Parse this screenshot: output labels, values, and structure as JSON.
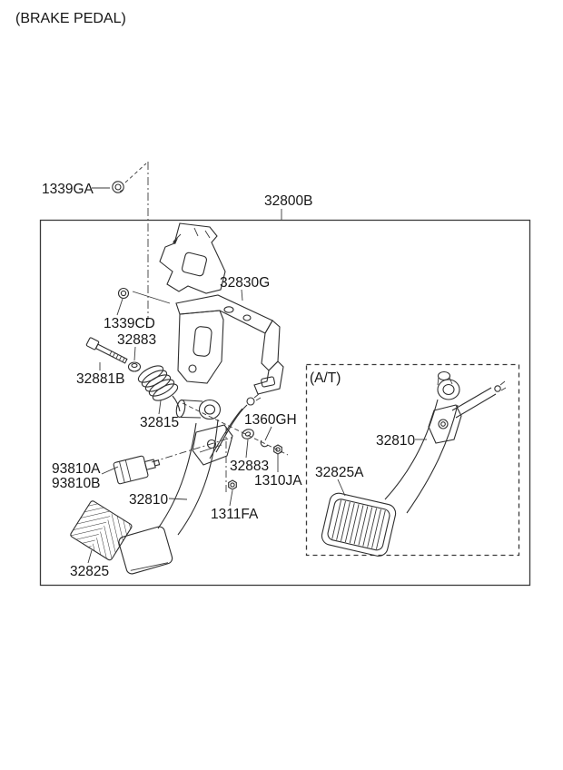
{
  "page_title": "(BRAKE PEDAL)",
  "diagram": {
    "assembly": {
      "label": "32800B"
    },
    "at_box": {
      "label": "(A/T)"
    },
    "parts": {
      "nut_1339ga": "1339GA",
      "bracket_32830g": "32830G",
      "nut_1339cd": "1339CD",
      "grommet_32883_upper": "32883",
      "bolt_32881b": "32881B",
      "spring_32815": "32815",
      "washer_1360gh": "1360GH",
      "switch_93810a": "93810A",
      "switch_93810b": "93810B",
      "washer_32883_lower": "32883",
      "nut_1310ja": "1310JA",
      "pedal_arm_32810": "32810",
      "nut_1311fa": "1311FA",
      "pad_32825": "32825",
      "at_pedal_arm_32810": "32810",
      "at_pad_32825a": "32825A"
    },
    "colors": {
      "line": "#2e2e2e",
      "text": "#161616",
      "background": "#ffffff"
    }
  }
}
